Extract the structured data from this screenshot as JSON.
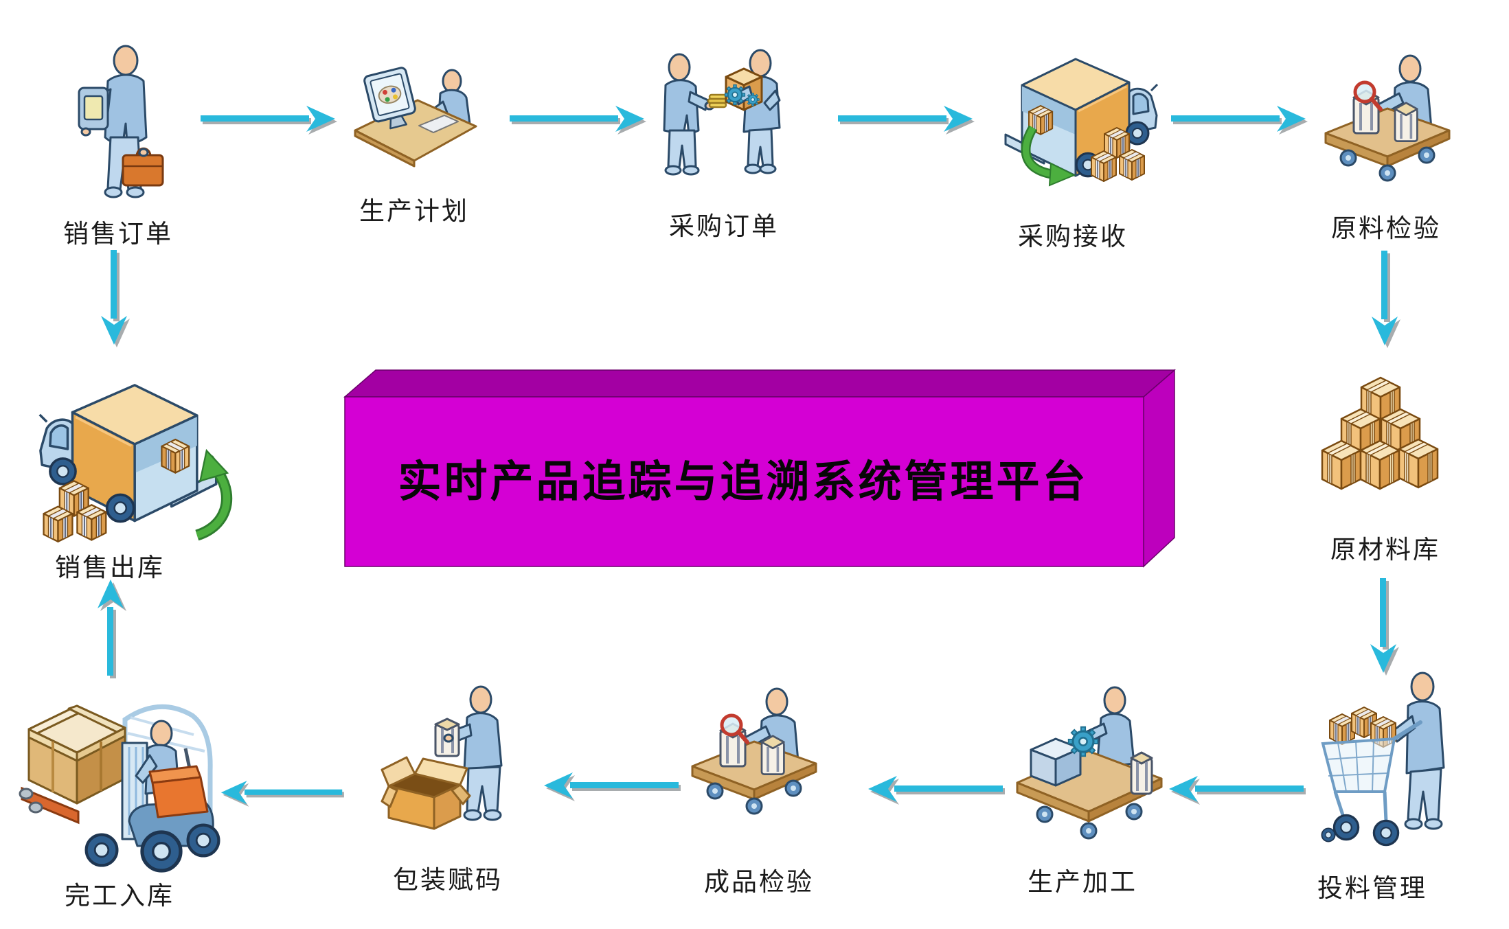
{
  "banner": {
    "title": "实时产品追踪与追溯系统管理平台",
    "front_color": "#D400D4",
    "top_color": "#A300A3",
    "side_color": "#BD00BD",
    "edge_color": "#6B006B",
    "text_color": "#070707"
  },
  "colors": {
    "arrow": "#29B9DC",
    "arrow_shadow": "#A8ACAE",
    "label_color": "#1A1A1A",
    "green_arrow": "#46A83C"
  },
  "nodes": [
    {
      "id": "sales-order",
      "label": "销售订单",
      "icon": "person-with-scanner-and-briefcase"
    },
    {
      "id": "production-plan",
      "label": "生产计划",
      "icon": "person-at-computer-desk"
    },
    {
      "id": "purchase-order",
      "label": "采购订单",
      "icon": "two-people-exchanging-goods"
    },
    {
      "id": "purchase-receiving",
      "label": "采购接收",
      "icon": "truck-unloading-boxes"
    },
    {
      "id": "raw-material-inspection",
      "label": "原料检验",
      "icon": "conveyor-inspection-magnifier"
    },
    {
      "id": "raw-material-warehouse",
      "label": "原材料库",
      "icon": "stacked-crates"
    },
    {
      "id": "feeding-management",
      "label": "投料管理",
      "icon": "cart-with-boxes"
    },
    {
      "id": "production-processing",
      "label": "生产加工",
      "icon": "machine-with-gear"
    },
    {
      "id": "finished-inspection",
      "label": "成品检验",
      "icon": "conveyor-inspection-magnifier"
    },
    {
      "id": "packaging-coding",
      "label": "包装赋码",
      "icon": "packing-open-box"
    },
    {
      "id": "completion-warehousing",
      "label": "完工入库",
      "icon": "forklift-with-crate"
    },
    {
      "id": "sales-outbound",
      "label": "销售出库",
      "icon": "truck-loading-boxes"
    }
  ],
  "arrows": [
    {
      "from": "sales-order",
      "to": "production-plan",
      "direction": "right"
    },
    {
      "from": "production-plan",
      "to": "purchase-order",
      "direction": "right"
    },
    {
      "from": "purchase-order",
      "to": "purchase-receiving",
      "direction": "right"
    },
    {
      "from": "purchase-receiving",
      "to": "raw-material-inspection",
      "direction": "right"
    },
    {
      "from": "raw-material-inspection",
      "to": "raw-material-warehouse",
      "direction": "down"
    },
    {
      "from": "raw-material-warehouse",
      "to": "feeding-management",
      "direction": "down"
    },
    {
      "from": "feeding-management",
      "to": "production-processing",
      "direction": "left"
    },
    {
      "from": "production-processing",
      "to": "finished-inspection",
      "direction": "left"
    },
    {
      "from": "finished-inspection",
      "to": "packaging-coding",
      "direction": "left"
    },
    {
      "from": "packaging-coding",
      "to": "completion-warehousing",
      "direction": "left"
    },
    {
      "from": "completion-warehousing",
      "to": "sales-outbound",
      "direction": "up"
    },
    {
      "from": "sales-order",
      "to": "sales-outbound",
      "direction": "down"
    }
  ]
}
